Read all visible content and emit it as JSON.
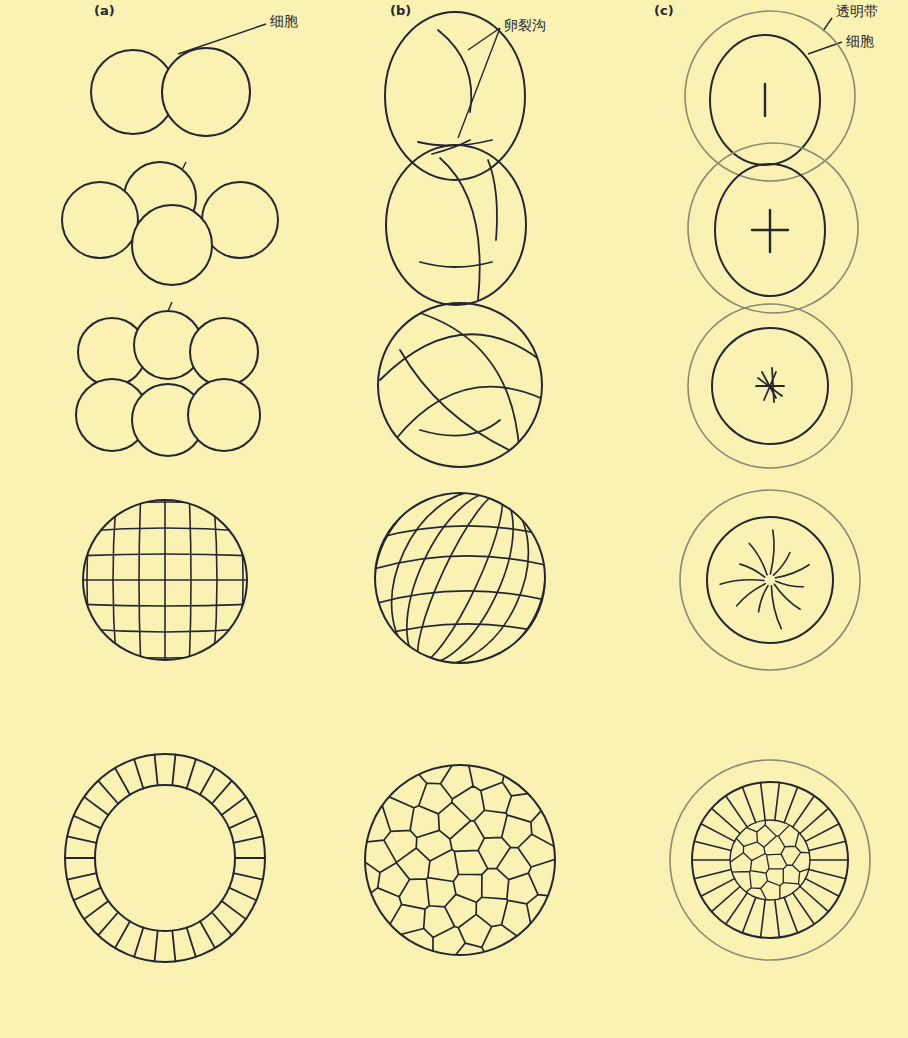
{
  "diagram": {
    "labels": [
      "(a)",
      "细胞",
      "(b)",
      "卵裂沟",
      "(c)",
      "透明带",
      "细胞"
    ]
  }
}
